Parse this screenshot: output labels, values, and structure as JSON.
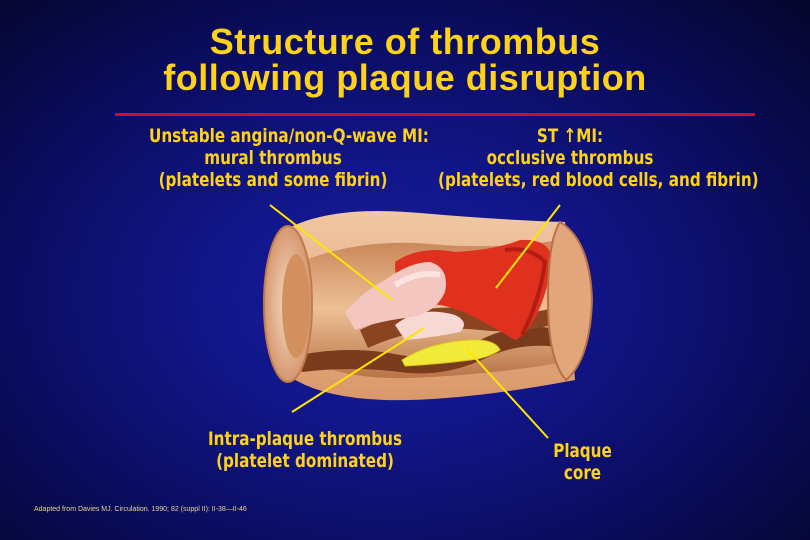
{
  "title": {
    "line1": "Structure of thrombus",
    "line2": "following plaque disruption"
  },
  "labels": {
    "mural": {
      "line1": "Unstable angina/non-Q-wave MI:",
      "line2": "mural thrombus",
      "line3": "(platelets and some fibrin)"
    },
    "occlusive": {
      "line1": "ST ↑MI:",
      "line2": "occlusive thrombus",
      "line3": "(platelets, red blood cells, and fibrin)"
    },
    "intra_plaque": {
      "line1": "Intra-plaque thrombus",
      "line2": "(platelet dominated)"
    },
    "plaque_core": {
      "line1": "Plaque",
      "line2": "core"
    }
  },
  "citation": "Adapted from Davies MJ. Circulation. 1990; 82 (suppl II): II-38—II-46",
  "colors": {
    "title_text": "#ffd21a",
    "label_text": "#ffd21a",
    "title_rule": "#c8102e",
    "vessel_wall": "#e9b48a",
    "lumen": "#e7b17f",
    "media": "#7a3b1c",
    "occlusive_thrombus": "#e0301e",
    "mural_thrombus": "#f3c6c0",
    "plaque_core": "#f2ea3a",
    "leader_lines": "#ffe600"
  }
}
